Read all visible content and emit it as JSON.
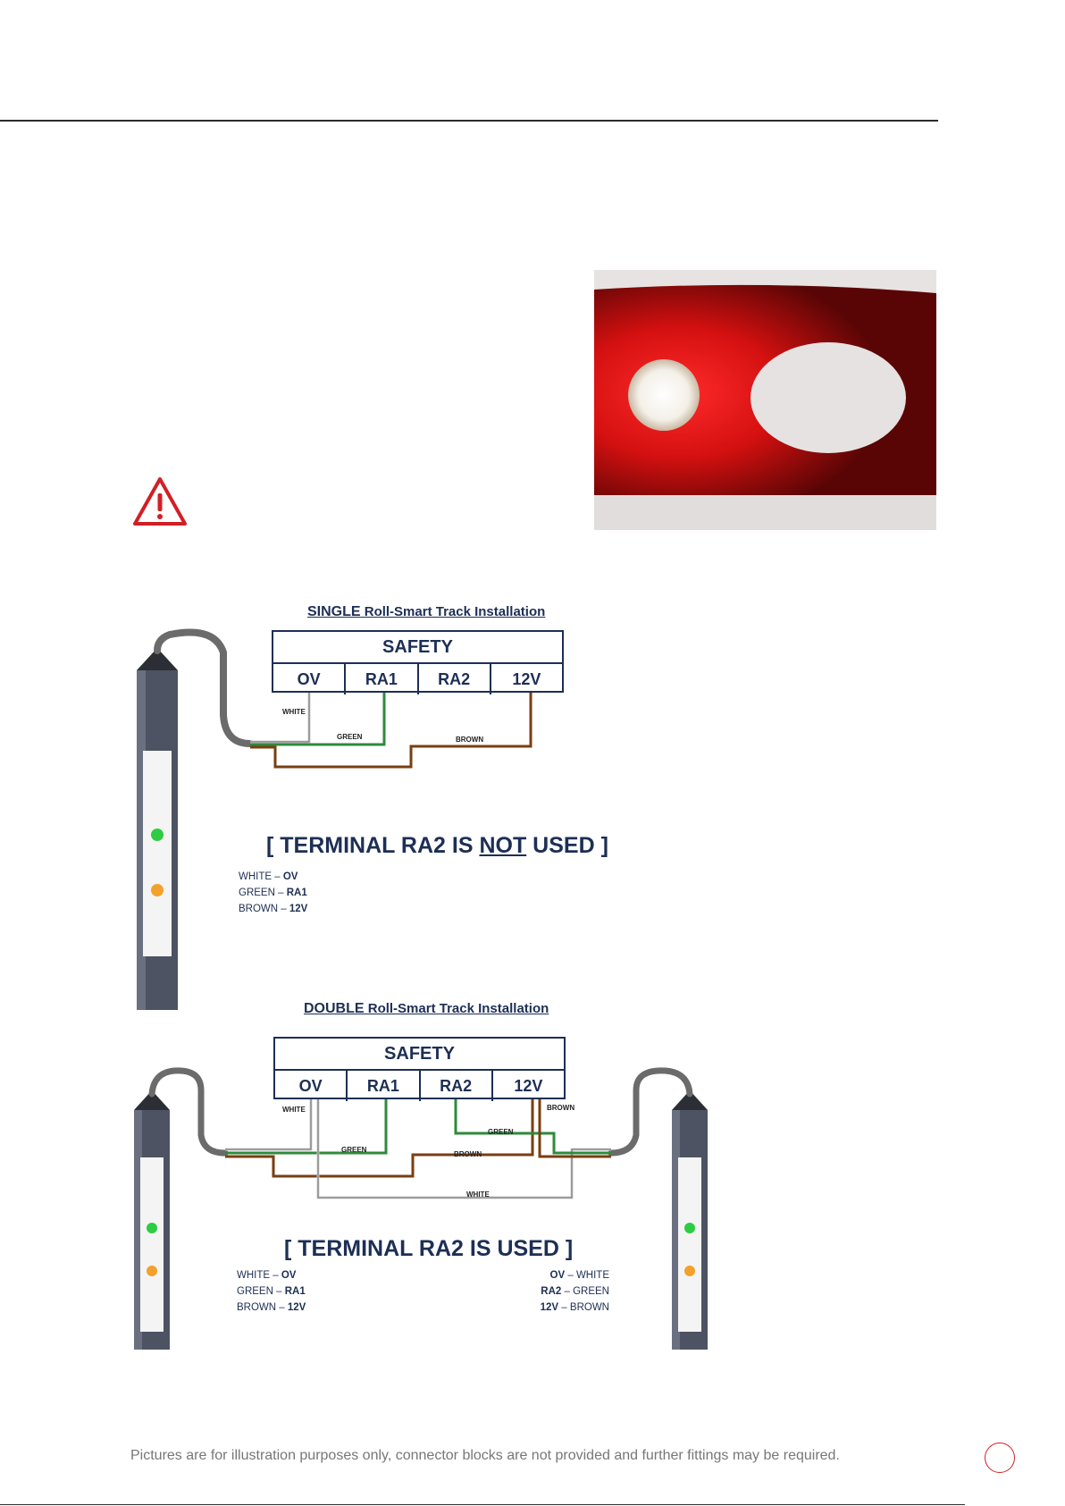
{
  "photo": {
    "alt": ""
  },
  "single": {
    "title_strong": "SINGLE",
    "title_rest": " Roll-Smart Track Installation",
    "block_header": "SAFETY",
    "terminals": [
      "OV",
      "RA1",
      "RA2",
      "12V"
    ],
    "wire_labels": {
      "white": "WHITE",
      "green": "GREEN",
      "brown": "BROWN"
    },
    "note_prefix": "[ TERMINAL RA2 IS ",
    "note_emph": "NOT",
    "note_suffix": " USED ]",
    "legend": [
      {
        "color": "WHITE",
        "sep": " – ",
        "terminal": "OV"
      },
      {
        "color": "GREEN",
        "sep": " – ",
        "terminal": "RA1"
      },
      {
        "color": "BROWN",
        "sep": " – ",
        "terminal": "12V"
      }
    ]
  },
  "double": {
    "title_strong": "DOUBLE",
    "title_rest": " Roll-Smart Track Installation",
    "block_header": "SAFETY",
    "terminals": [
      "OV",
      "RA1",
      "RA2",
      "12V"
    ],
    "wire_labels": {
      "white_left": "WHITE",
      "green_left": "GREEN",
      "brown_mid": "BROWN",
      "white_bottom": "WHITE",
      "green_right": "GREEN",
      "brown_right": "BROWN"
    },
    "note": "[ TERMINAL RA2 IS USED ]",
    "legend_left": [
      {
        "color": "WHITE",
        "sep": " – ",
        "terminal": "OV"
      },
      {
        "color": "GREEN",
        "sep": " – ",
        "terminal": "RA1"
      },
      {
        "color": "BROWN",
        "sep": " – ",
        "terminal": "12V"
      }
    ],
    "legend_right": [
      {
        "terminal": "OV",
        "sep": " – ",
        "color": "WHITE"
      },
      {
        "terminal": "RA2",
        "sep": " – ",
        "color": "GREEN"
      },
      {
        "terminal": "12V",
        "sep": " – ",
        "color": "BROWN"
      }
    ]
  },
  "footer": {
    "text": "Pictures are for illustration purposes only, connector blocks are not provided and further fittings may be required."
  },
  "colors": {
    "navy": "#1d2f55",
    "warning_red": "#d21f26",
    "wire_green": "#2e8b3a",
    "wire_brown": "#7a3e12"
  }
}
